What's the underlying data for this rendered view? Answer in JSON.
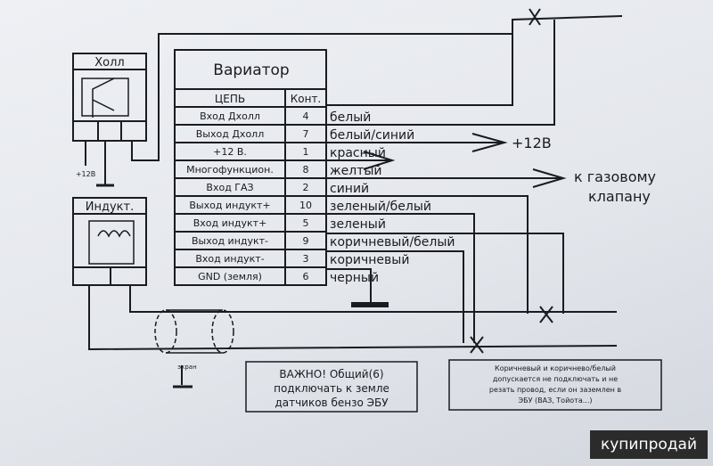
{
  "variator": {
    "title": "Вариатор",
    "col_circuit": "ЦЕПЬ",
    "col_contact": "Конт.",
    "rows": [
      {
        "circuit": "Вход Дхолл",
        "contact": "4"
      },
      {
        "circuit": "Выход Дхолл",
        "contact": "7"
      },
      {
        "circuit": "+12 В.",
        "contact": "1"
      },
      {
        "circuit": "Многофункцион.",
        "contact": "8"
      },
      {
        "circuit": "Вход ГАЗ",
        "contact": "2"
      },
      {
        "circuit": "Выход индукт+",
        "contact": "10"
      },
      {
        "circuit": "Вход индукт+",
        "contact": "5"
      },
      {
        "circuit": "Выход индукт-",
        "contact": "9"
      },
      {
        "circuit": "Вход индукт-",
        "contact": "3"
      },
      {
        "circuit": "GND (земля)",
        "contact": "6"
      }
    ]
  },
  "wires": [
    "белый",
    "белый/синий",
    "красный",
    "желтый",
    "синий",
    "зеленый/белый",
    "зеленый",
    "коричневый/белый",
    "коричневый",
    "черный"
  ],
  "hall": {
    "title": "Холл",
    "voltage": "+12В"
  },
  "inductive": {
    "title": "Индукт."
  },
  "outputs": {
    "plus12": "+12В",
    "gas_line1": "к газовому",
    "gas_line2": "клапану"
  },
  "shield_label": "экран",
  "notes": {
    "important": [
      "ВАЖНО! Общий(6)",
      "подключать к земле",
      "датчиков бензо ЭБУ"
    ],
    "brown": [
      "Коричневый и коричнево/белый",
      "допускается не подключать и не",
      "резать провод, если он заземлен в",
      "ЭБУ (ВАЗ, Тойота...)"
    ]
  },
  "watermark": "купипродай"
}
